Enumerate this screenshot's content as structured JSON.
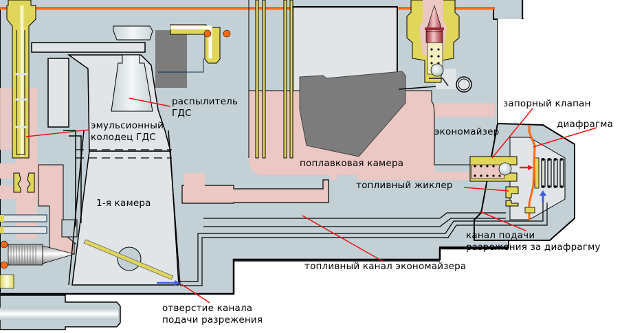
{
  "title": "Экономайзер карбюратора (схема)",
  "colors": {
    "body": "#c3d0d5",
    "air": "#e1e5e8",
    "fuel": "#ebc8c3",
    "brass": "#dfd65a",
    "outline": "#000000",
    "orange": "#ff6a14",
    "float": "#7c7c7c",
    "leader": "#ee1111",
    "arrow_blue": "#3d5fe0",
    "arrow_red": "#e52222",
    "white": "#ffffff"
  },
  "labels": {
    "sprayer": [
      "распылитель",
      "ГДС"
    ],
    "emulsion_well": [
      "эмульсионный",
      "колодец ГДС"
    ],
    "first_chamber": "1-я камера",
    "float_chamber": "поплавковая камера",
    "fuel_jet": "топливный жиклер",
    "economizer": "экономайзер",
    "shutoff_valve": "запорный клапан",
    "diaphragm": "диафрагма",
    "vacuum_channel_diaphragm": [
      "канал подачи",
      "разрежения за диафрагму"
    ],
    "economizer_fuel_channel": "топливный канал экономайзера",
    "vacuum_port": [
      "отверстие канала",
      "подачи разрежения"
    ]
  }
}
